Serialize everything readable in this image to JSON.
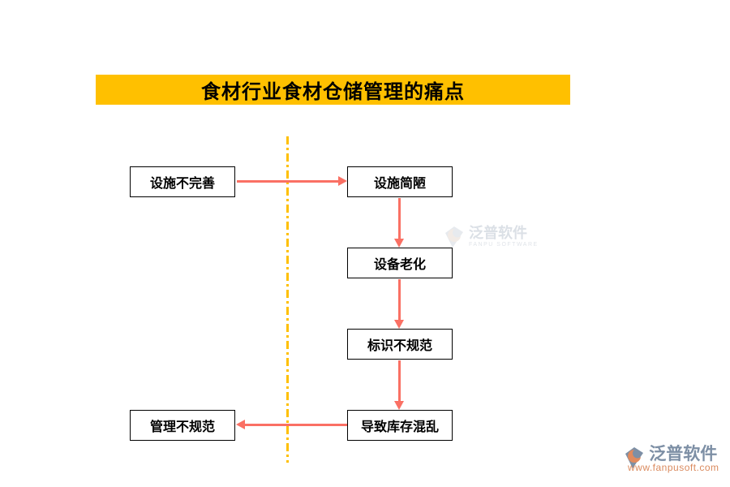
{
  "title": {
    "text": "食材行业食材仓储管理的痛点",
    "banner_color": "#FFC000",
    "text_color": "#000000"
  },
  "flowchart": {
    "nodes": [
      {
        "label": "设施不完善"
      },
      {
        "label": "设施简陋"
      },
      {
        "label": "设备老化"
      },
      {
        "label": "标识不规范"
      },
      {
        "label": "导致库存混乱"
      },
      {
        "label": "管理不规范"
      }
    ],
    "edges": [
      {
        "from": "设施不完善",
        "to": "设施简陋",
        "direction": "right"
      },
      {
        "from": "设施简陋",
        "to": "设备老化",
        "direction": "down"
      },
      {
        "from": "设备老化",
        "to": "标识不规范",
        "direction": "down"
      },
      {
        "from": "标识不规范",
        "to": "导致库存混乱",
        "direction": "down"
      },
      {
        "from": "导致库存混乱",
        "to": "管理不规范",
        "direction": "left"
      }
    ],
    "arrow_color": "#FA7064",
    "divider_color": "#FFC000",
    "divider_style": "dash-dot"
  },
  "watermarks": {
    "center": {
      "brand": "泛普软件",
      "subtitle": "FANPU SOFTWARE"
    },
    "bottom_right": {
      "brand": "泛普软件",
      "url": "www.fanpusoft.com"
    }
  }
}
